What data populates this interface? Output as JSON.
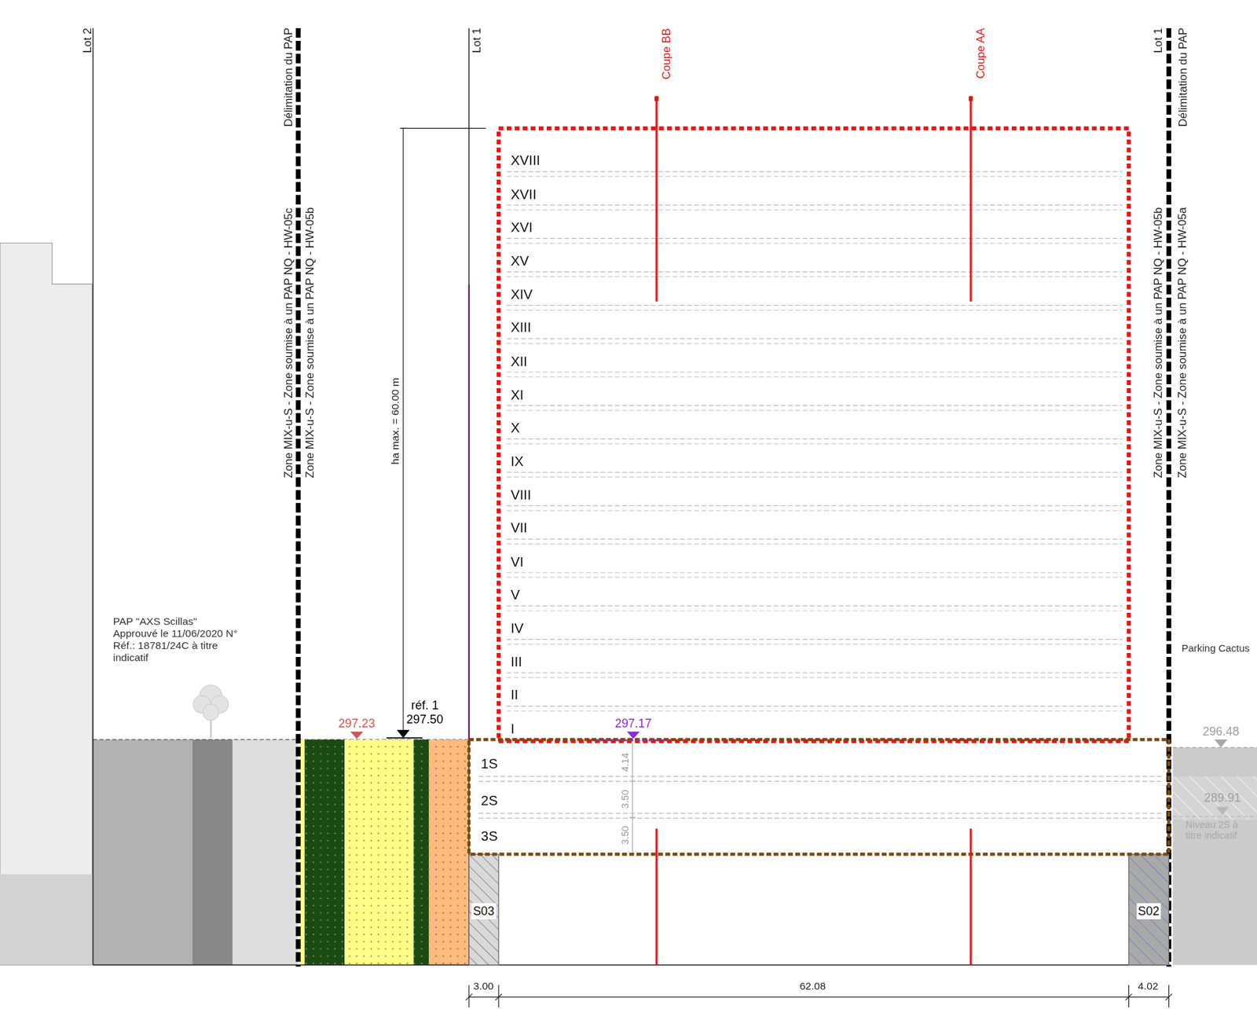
{
  "diagram": {
    "nodes": [
      {
        "text": [
          "XVIII",
          "XVII",
          "XVI",
          "XV",
          "XIV",
          "XIII",
          "XII",
          "XI",
          "X",
          "IX",
          "VIII",
          "VII",
          "VI",
          "V",
          "IV",
          "III",
          "II",
          "I"
        ]
      },
      {
        "text": [
          "1S",
          "2S",
          "3S"
        ]
      },
      {
        "text": [
          "S03"
        ]
      },
      {
        "text": [
          "S02"
        ]
      }
    ],
    "edges": [],
    "labels": [
      "Lot 2",
      "Délimitation du PAP",
      "Zone MIX-u-S - Zone soumise à un PAP NQ - HW-05c",
      "Zone MIX-u-S - Zone soumise à un PAP NQ - HW-05b",
      "Lot 1",
      "Coupe BB",
      "Coupe AA",
      "Lot 1",
      "Délimitation du PAP",
      "Zone MIX-u-S - Zone soumise à un PAP NQ - HW-05b",
      "Zone MIX-u-S - Zone soumise à un PAP NQ - HW-05a",
      "ha max. = 60.00 m",
      "PAP \"AXS Scillas\" Approuvé le 11/06/2020 N° Réf.: 18781/24C à titre indicatif",
      "réf. 1",
      "297.50",
      "297.23",
      "297.17",
      "296.48",
      "289.91",
      "Niveau 2S à titre indicatif",
      "Parking Cactus",
      "4.14",
      "3.50",
      "3.50",
      "3.00",
      "62.08",
      "4.02"
    ]
  }
}
